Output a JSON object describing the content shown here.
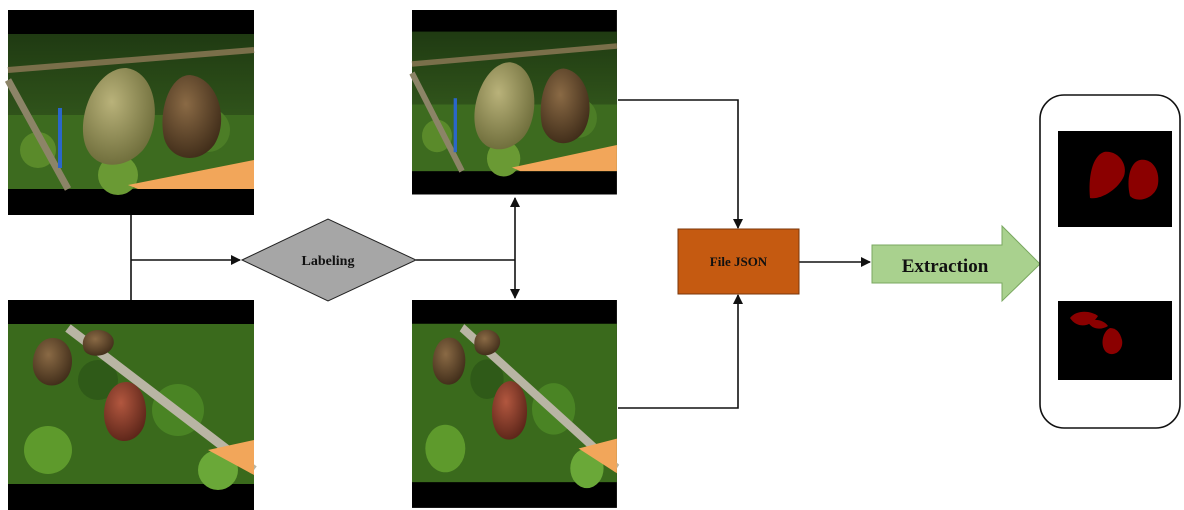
{
  "nodes": {
    "labeling": {
      "label": "Labeling",
      "shape": "diamond",
      "fill": "#a6a6a6"
    },
    "file_json": {
      "label": "File JSON",
      "fill": "#c55a11"
    },
    "extraction": {
      "label": "Extraction",
      "shape": "arrow",
      "fill": "#a9d18e"
    }
  },
  "images": [
    {
      "content": "cocoa-pods-photo-1"
    },
    {
      "content": "cocoa-pods-photo-2"
    },
    {
      "content": "cocoa-pods-photo-1-labeled"
    },
    {
      "content": "cocoa-pods-photo-2-labeled"
    },
    {
      "content": "mask-result-1"
    },
    {
      "content": "mask-result-2"
    }
  ],
  "colors": {
    "mask_background": "#000000",
    "mask_region": "#8b0000",
    "photo_frame": "#000000"
  }
}
